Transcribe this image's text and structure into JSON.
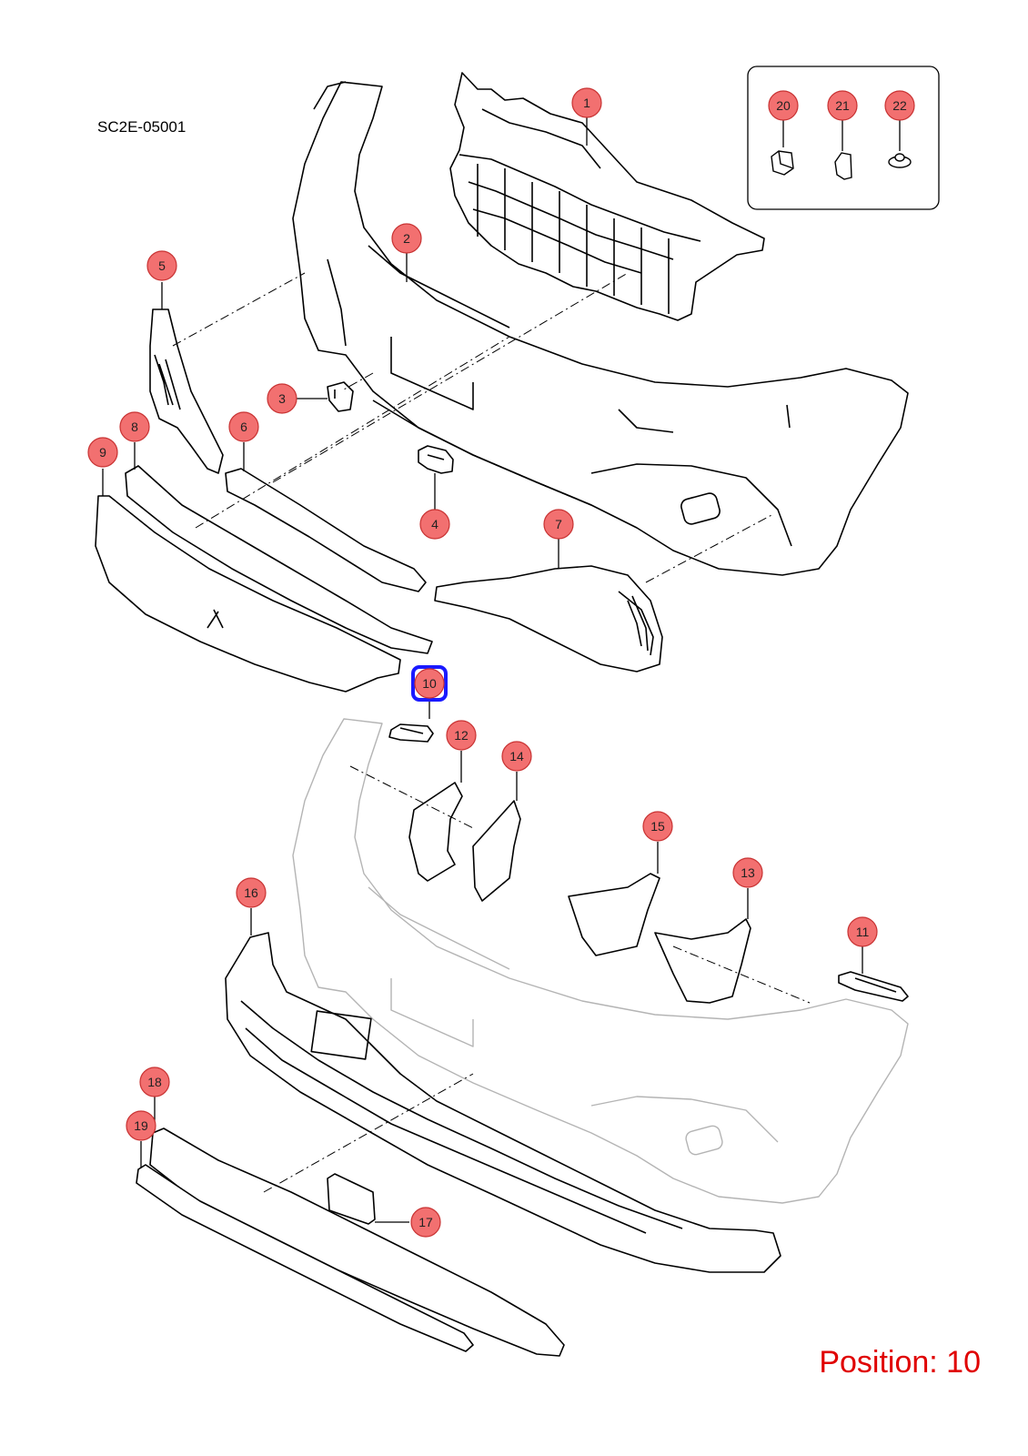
{
  "diagram_code": "SC2E-05001",
  "position_label": "Position: 10",
  "selected_part": "10",
  "colors": {
    "callout_fill": "#f27070",
    "callout_stroke": "#c83232",
    "selected_stroke": "#1a1aff",
    "position_text": "#e00000",
    "line_art": "#000000",
    "faded_art": "#b4b4b4"
  },
  "callouts": [
    "1",
    "2",
    "3",
    "4",
    "5",
    "6",
    "7",
    "8",
    "9",
    "10",
    "11",
    "12",
    "13",
    "14",
    "15",
    "16",
    "17",
    "18",
    "19",
    "20",
    "21",
    "22"
  ],
  "inset_parts": [
    "20",
    "21",
    "22"
  ]
}
